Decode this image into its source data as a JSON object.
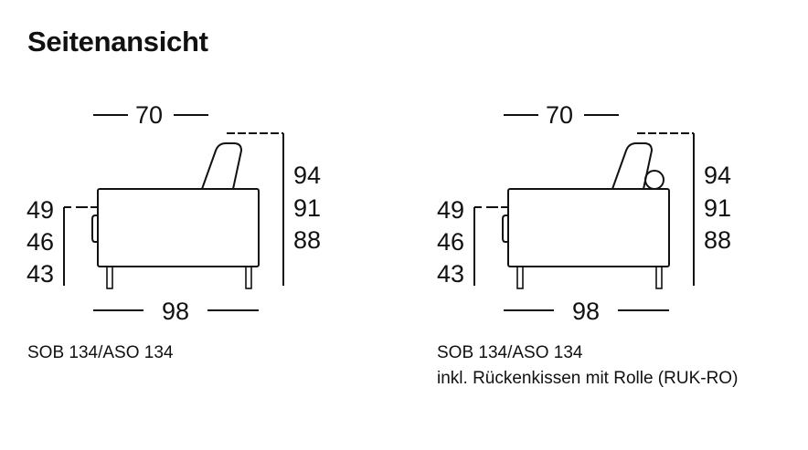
{
  "title": "Seitenansicht",
  "diagrams": [
    {
      "id": "sob-134-aso-134",
      "width_label": "70",
      "depth_label": "98",
      "seat_heights": [
        "49",
        "46",
        "43"
      ],
      "total_heights": [
        "94",
        "91",
        "88"
      ],
      "caption_lines": [
        "SOB 134/ASO 134"
      ],
      "has_roll_cushion": false
    },
    {
      "id": "sob-134-aso-134-ruk-ro",
      "width_label": "70",
      "depth_label": "98",
      "seat_heights": [
        "49",
        "46",
        "43"
      ],
      "total_heights": [
        "94",
        "91",
        "88"
      ],
      "caption_lines": [
        "SOB 134/ASO 134",
        "inkl. Rückenkissen mit Rolle (RUK-RO)"
      ],
      "has_roll_cushion": true
    }
  ],
  "colors": {
    "line": "#111111",
    "background": "#ffffff"
  }
}
